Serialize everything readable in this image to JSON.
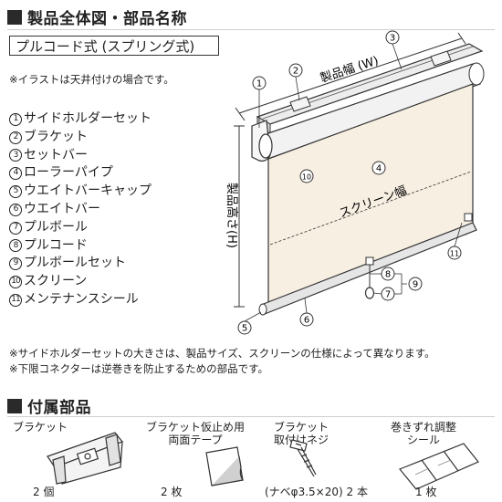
{
  "section1": {
    "title": "製品全体図・部品名称"
  },
  "subtitle": "プルコード式 (スプリング式)",
  "note_ceiling": "※イラストは天井付けの場合です。",
  "parts": [
    {
      "num": "1",
      "label": "サイドホルダーセット"
    },
    {
      "num": "2",
      "label": "ブラケット"
    },
    {
      "num": "3",
      "label": "セットバー"
    },
    {
      "num": "4",
      "label": "ローラーパイプ"
    },
    {
      "num": "5",
      "label": "ウエイトバーキャップ"
    },
    {
      "num": "6",
      "label": "ウエイトバー"
    },
    {
      "num": "7",
      "label": "プルボール"
    },
    {
      "num": "8",
      "label": "プルコード"
    },
    {
      "num": "9",
      "label": "プルボールセット"
    },
    {
      "num": "10",
      "label": "スクリーン"
    },
    {
      "num": "11",
      "label": "メンテナンスシール"
    }
  ],
  "diagram": {
    "width_label": "製品幅 (W)",
    "height_label": "製品高さ(H)",
    "screen_width_label": "スクリーン幅"
  },
  "notes": [
    "※サイドホルダーセットの大きさは、製品サイズ、スクリーンの仕様によって異なります。",
    "※下限コネクターは逆巻きを防止するための部品です。"
  ],
  "section2": {
    "title": "付属部品"
  },
  "accessories": [
    {
      "label": "ブラケット",
      "qty": "2 個"
    },
    {
      "label": "ブラケット仮止め用\n両面テープ",
      "qty": "2 枚"
    },
    {
      "label": "ブラケット\n取付けネジ",
      "qty": "(ナベφ3.5×20) 2 本"
    },
    {
      "label": "巻きずれ調整\nシール",
      "qty": "1 枚"
    }
  ],
  "colors": {
    "screen": "#f7efe2",
    "line": "#333333",
    "bar": "#e9e9e9"
  }
}
